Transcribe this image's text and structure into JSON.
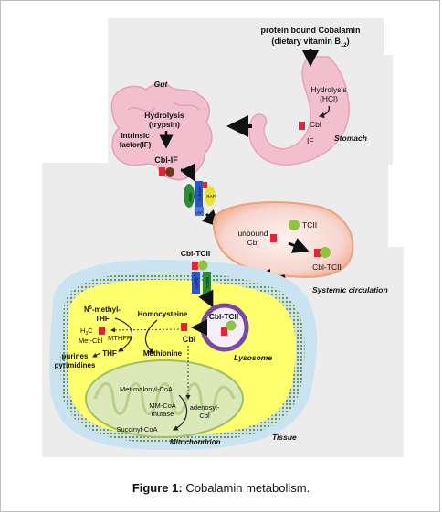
{
  "stomach": {
    "source_line1": "protein bound Cobalamin",
    "source_line2": "(dietary vitamin B",
    "source_sub": "12",
    "source_close": ")",
    "hydrolysis": "Hydrolysis",
    "hcl": "(HCl)",
    "cbl": "Cbl",
    "if": "IF",
    "label": "Stomach"
  },
  "gut": {
    "label": "Gut",
    "hydrolysis": "Hydrolysis",
    "trypsin": "(trypsin)",
    "intrinsic": "Intrinsic",
    "factor": "factor(IF)",
    "cbl_if": "Cbl-IF"
  },
  "receptors": {
    "amn": "AMN",
    "cubilin": "CUBILIN",
    "rap": "RAP",
    "lrp": "LRP"
  },
  "circulation": {
    "tcii": "TCII",
    "unbound1": "unbound",
    "unbound2": "Cbl",
    "cbl_tcii": "Cbl-TCII",
    "label": "Systemic circulation"
  },
  "tissue": {
    "cbl_tcii_top": "Cbl-TCII",
    "lrp2": "LRP2",
    "tcblr": "TCblR",
    "lysosome_cbl_tcii": "Cbl-TCII",
    "lysosome": "Lysosome",
    "n5_methyl": "N",
    "n5_sup": "5",
    "n5_rest": "-methyl-",
    "thf_line": "THF",
    "homocysteine": "Homocysteine",
    "h3c": "H",
    "h3c_sub": "3",
    "h3c_rest": "C",
    "met_cbl": "Met-Cbl",
    "mthfr": "MTHFR",
    "cbl": "Cbl",
    "thf": "THF",
    "methionine": "Methionine",
    "purines": "purines",
    "pyrimidines": "pyrimidines",
    "met_malonyl": "Met-malonyl-CoA",
    "mm_coa1": "MM-CoA",
    "mm_coa2": "mutase",
    "adenosyl1": "adenosyl-",
    "adenosyl2": "Cbl",
    "succinyl": "Succinyl-CoA",
    "mitochondrion": "Mitochondrion",
    "label": "Tissue"
  },
  "caption": {
    "prefix": "Figure 1:",
    "text": "Cobalamin metabolism."
  },
  "colors": {
    "gut_fill": "#f2bfcf",
    "vessel_outer": "#f3c3a6",
    "vessel_inner": "#fbe7e3",
    "cell_fill": "#ffff6e",
    "mito_fill": "#dbe8b8",
    "lysosome_ring": "#7b4aa0",
    "cbl_red": "#e0263a",
    "tc_green": "#8cc540",
    "if_brown": "#6b3a1e",
    "mthfr_blue": "#1f3fa8",
    "mutase_blue": "#2b4fb5"
  }
}
